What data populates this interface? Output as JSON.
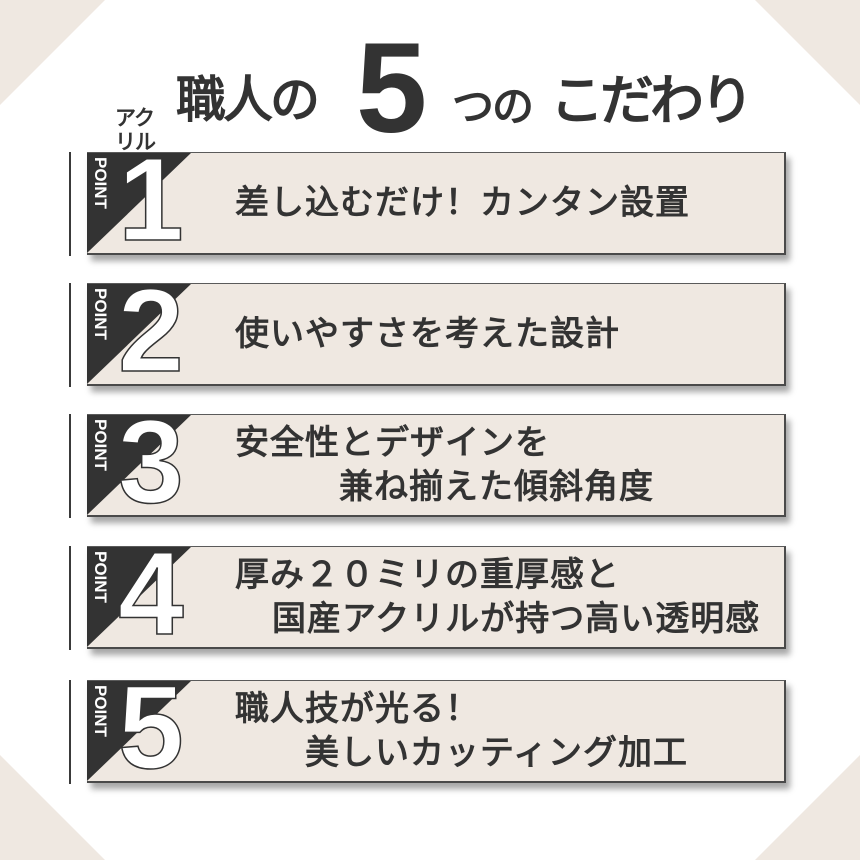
{
  "title": {
    "small_stack_top": "アク",
    "small_stack_bottom": "リル",
    "main_a": "職人の",
    "big_number": "5",
    "tsuno": "つの",
    "kodawari": "こだわり"
  },
  "colors": {
    "background": "#ffffff",
    "corner_beige": "#efe8e1",
    "card_bg": "#efe8e1",
    "badge_dark": "#333333",
    "text": "#333333"
  },
  "points": [
    {
      "label": "POINT",
      "number": "1",
      "lines": [
        "差し込むだけ！カンタン設置"
      ]
    },
    {
      "label": "POINT",
      "number": "2",
      "lines": [
        "使いやすさを考えた設計"
      ]
    },
    {
      "label": "POINT",
      "number": "3",
      "lines": [
        "安全性とデザインを",
        "兼ね揃えた傾斜角度"
      ]
    },
    {
      "label": "POINT",
      "number": "4",
      "lines": [
        "厚み２０ミリの重厚感と",
        "国産アクリルが持つ高い透明感"
      ]
    },
    {
      "label": "POINT",
      "number": "5",
      "lines": [
        "職人技が光る！",
        "美しいカッティング加工"
      ]
    }
  ]
}
